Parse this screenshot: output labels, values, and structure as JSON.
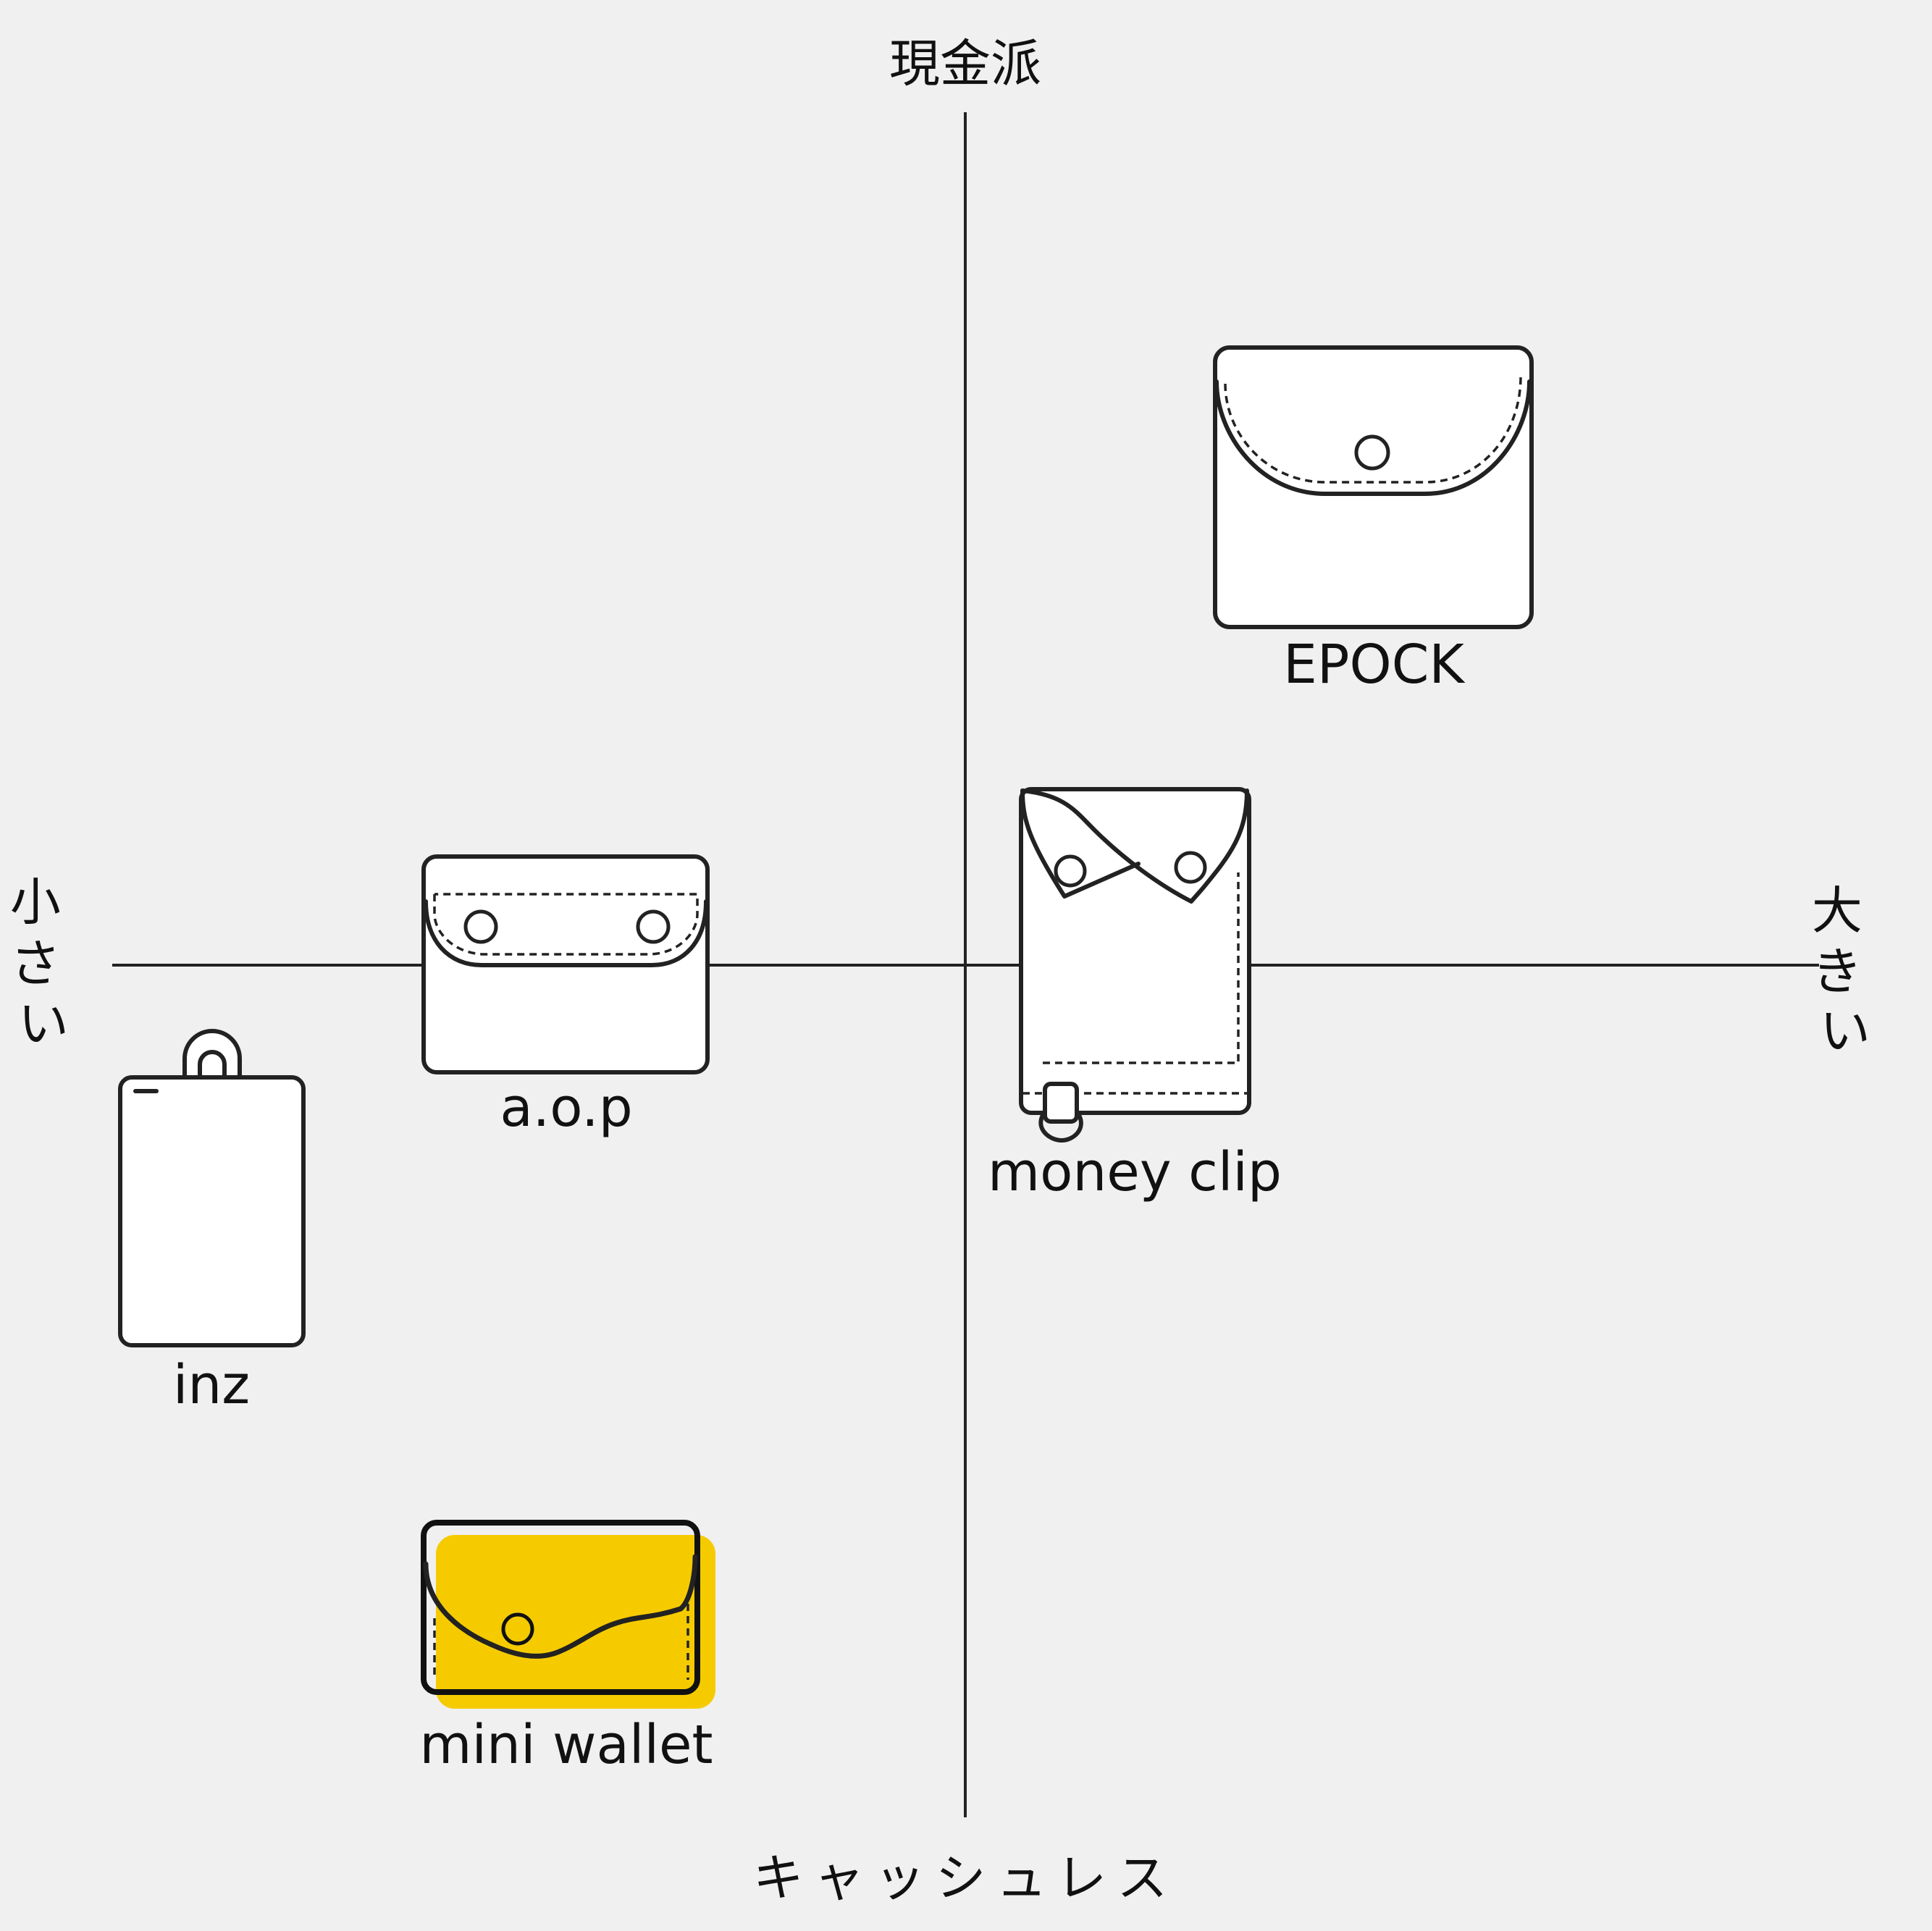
{
  "axes": {
    "top": "現金派",
    "bottom": "キャッシュレス",
    "left": "小さい",
    "right": "大きい"
  },
  "items": {
    "epock": "EPOCK",
    "aop": "a.o.p",
    "money_clip": "money clip",
    "inz": "inz",
    "mini_wallet": "mini wallet"
  },
  "colors": {
    "background": "#f0f0f0",
    "line": "#222222",
    "highlight": "#f5cb00"
  }
}
